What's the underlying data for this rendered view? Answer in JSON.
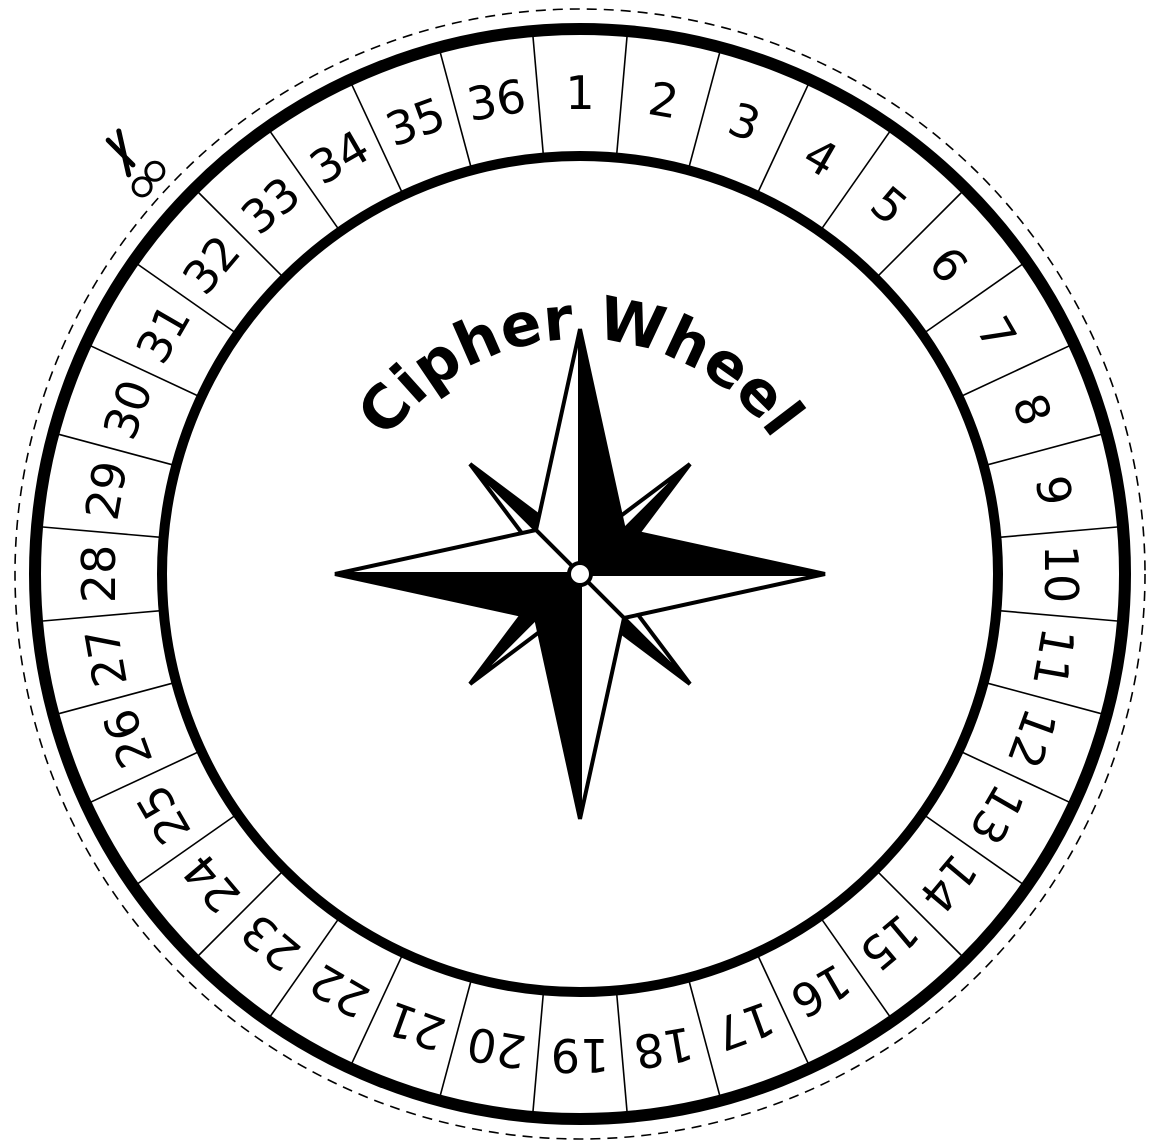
{
  "title": "Cipher Wheel",
  "numbers": [
    "1",
    "2",
    "3",
    "4",
    "5",
    "6",
    "7",
    "8",
    "9",
    "10",
    "11",
    "12",
    "13",
    "14",
    "15",
    "16",
    "17",
    "18",
    "19",
    "20",
    "21",
    "22",
    "23",
    "24",
    "25",
    "26",
    "27",
    "28",
    "29",
    "30",
    "31",
    "32",
    "33",
    "34",
    "35",
    "36"
  ],
  "icons": {
    "scissors": "scissors-icon",
    "compass": "compass-rose-icon"
  },
  "colors": {
    "ink": "#000000",
    "paper": "#ffffff"
  }
}
